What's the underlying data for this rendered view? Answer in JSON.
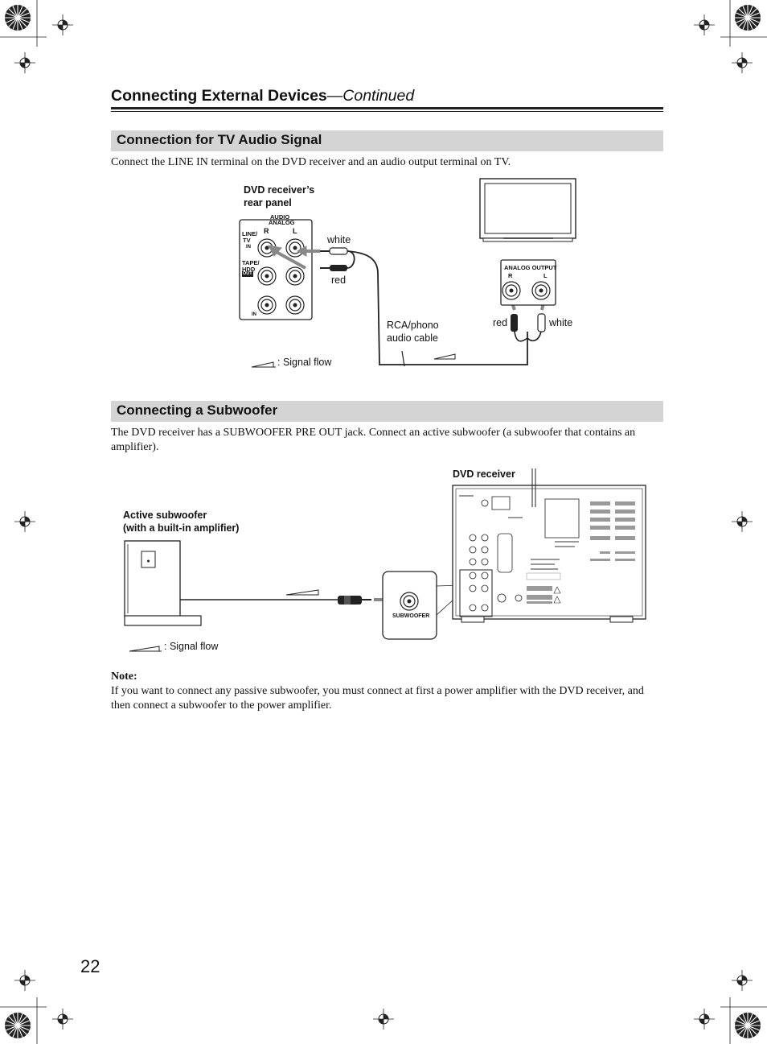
{
  "header": {
    "title": "Connecting External Devices",
    "continued": "—Continued"
  },
  "section_tv": {
    "heading": "Connection for TV Audio Signal",
    "intro": "Connect the LINE IN terminal on the DVD receiver and an audio output terminal on TV.",
    "rear_panel_label_1": "DVD receiver’s",
    "rear_panel_label_2": "rear panel",
    "panel_audio": "AUDIO",
    "panel_analog": "ANALOG",
    "panel_r": "R",
    "panel_l": "L",
    "panel_line": "LINE/",
    "panel_tv": "TV",
    "panel_in": "IN",
    "panel_tape": "TAPE/",
    "panel_hdd": "HDD",
    "panel_out": "OUT",
    "panel_in2": "IN",
    "plug_white_top": "white",
    "plug_red_top": "red",
    "tv_output_label": "ANALOG OUTPUT",
    "tv_r": "R",
    "tv_l": "L",
    "plug_red_bottom": "red",
    "plug_white_bottom": "white",
    "cable_label_1": "RCA/phono",
    "cable_label_2": "audio cable",
    "signal_flow": ": Signal flow"
  },
  "section_sub": {
    "heading": "Connecting a Subwoofer",
    "intro": "The DVD receiver has a SUBWOOFER PRE OUT jack. Connect an active subwoofer (a subwoofer that contains an amplifier).",
    "receiver_label": "DVD receiver",
    "sub_label_1": "Active subwoofer",
    "sub_label_2": "(with a built-in amplifier)",
    "jack_label": "SUBWOOFER",
    "signal_flow": ": Signal flow"
  },
  "note": {
    "label": "Note:",
    "text": "If you want to connect any passive subwoofer, you must connect at first a power amplifier with the DVD receiver, and then connect a subwoofer to the power amplifier."
  },
  "page_number": "22"
}
